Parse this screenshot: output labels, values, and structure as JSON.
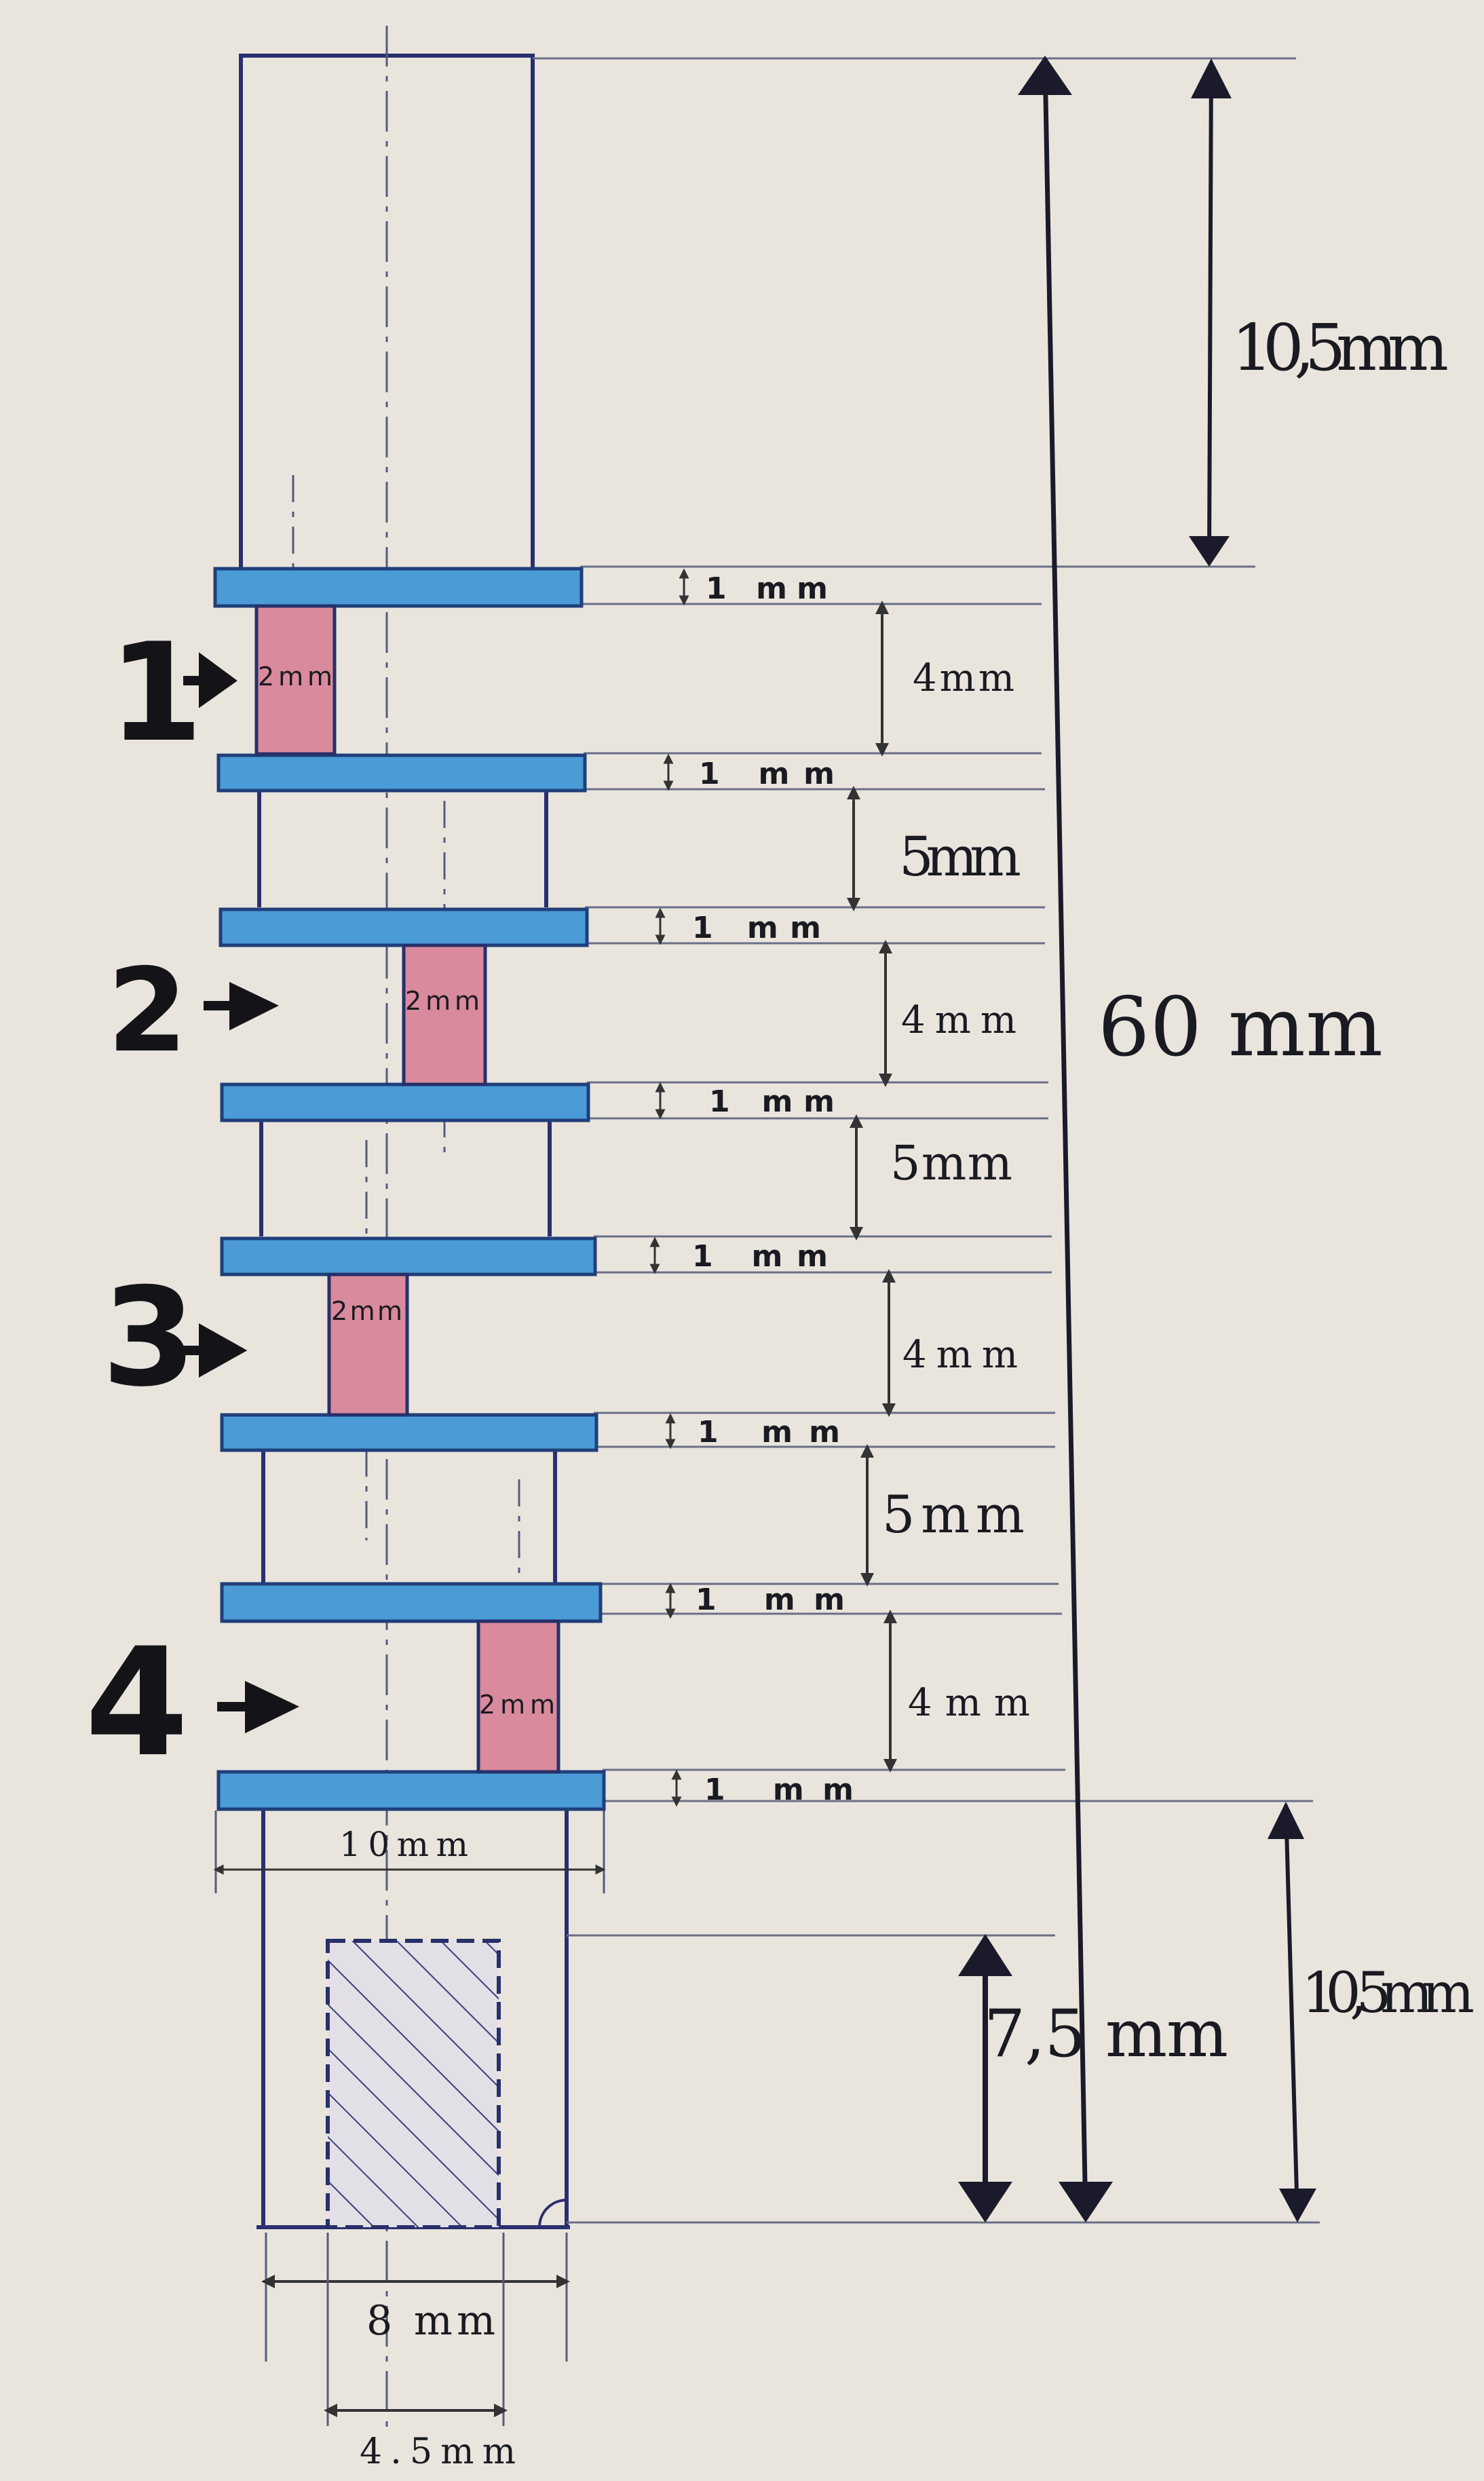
{
  "diagram": {
    "dimensions": {
      "top_height": "10,5mm",
      "total_height": "60 mm",
      "bottom_height": "10,5mm",
      "inner_height": "7,5 mm",
      "plate_thickness": "1 mm",
      "spacer_gap": "4mm",
      "section_gap": "5mm",
      "spacer_width": "2mm",
      "plate_width": "10mm",
      "base_width": "8 mm",
      "hatch_width": "4.5mm"
    },
    "section_labels": [
      "1",
      "2",
      "3",
      "4"
    ],
    "colors": {
      "plate": "#4a9bd6",
      "spacer": "#d98a9c",
      "ink": "#2a2f70",
      "paper": "#e9e5dd"
    }
  }
}
